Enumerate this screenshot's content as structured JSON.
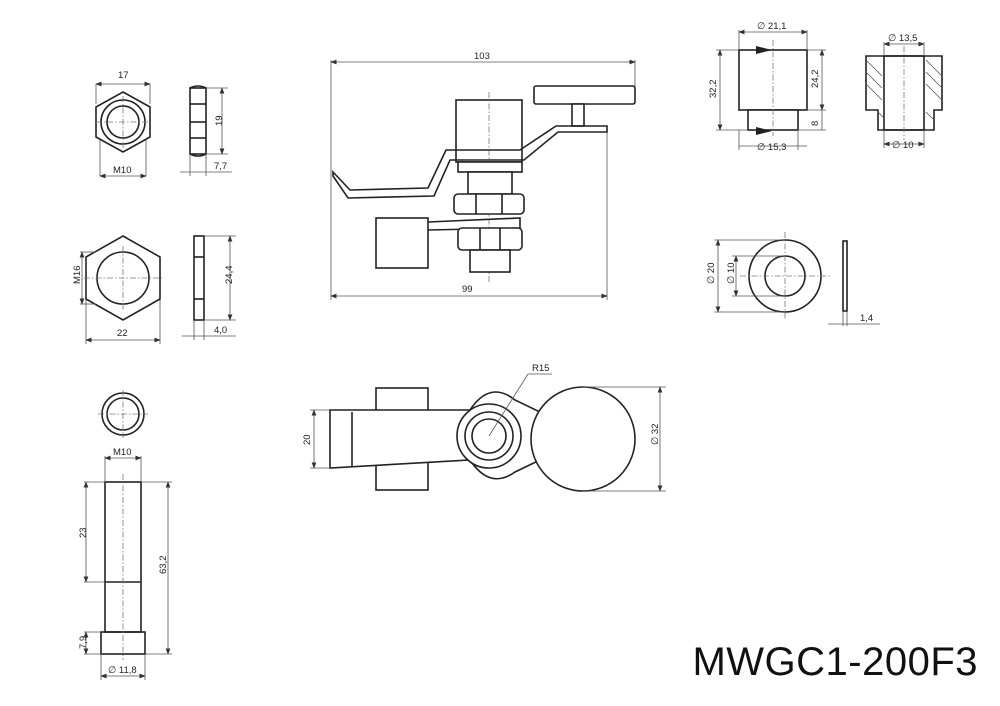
{
  "title": "MWGC1-200F3",
  "dimensions": {
    "hex_nut_small_width": "17",
    "hex_nut_small_thread": "M10",
    "hex_nut_small_height": "19",
    "hex_nut_small_thickness": "7,7",
    "hex_nut_large_thread": "M16",
    "hex_nut_large_width": "22",
    "hex_nut_large_height": "24,4",
    "hex_nut_large_thickness": "4,0",
    "bolt_thread": "M10",
    "bolt_thread_len": "23",
    "bolt_total_len": "63,2",
    "bolt_head_len": "7,9",
    "bolt_head_dia": "∅ 11,8",
    "assembly_width": "103",
    "assembly_base": "99",
    "top_view_width": "20",
    "radius": "R15",
    "knob_dia": "∅ 32",
    "spacer_top_dia": "∅ 21,1",
    "spacer_height": "32,2",
    "spacer_body": "24,2",
    "spacer_step": "8",
    "spacer_bottom_dia": "∅ 15,3",
    "sleeve_outer_dia": "∅ 13,5",
    "sleeve_inner_dia": "∅ 10",
    "washer_outer": "∅ 20",
    "washer_inner": "∅ 10",
    "washer_thickness": "1,4"
  }
}
